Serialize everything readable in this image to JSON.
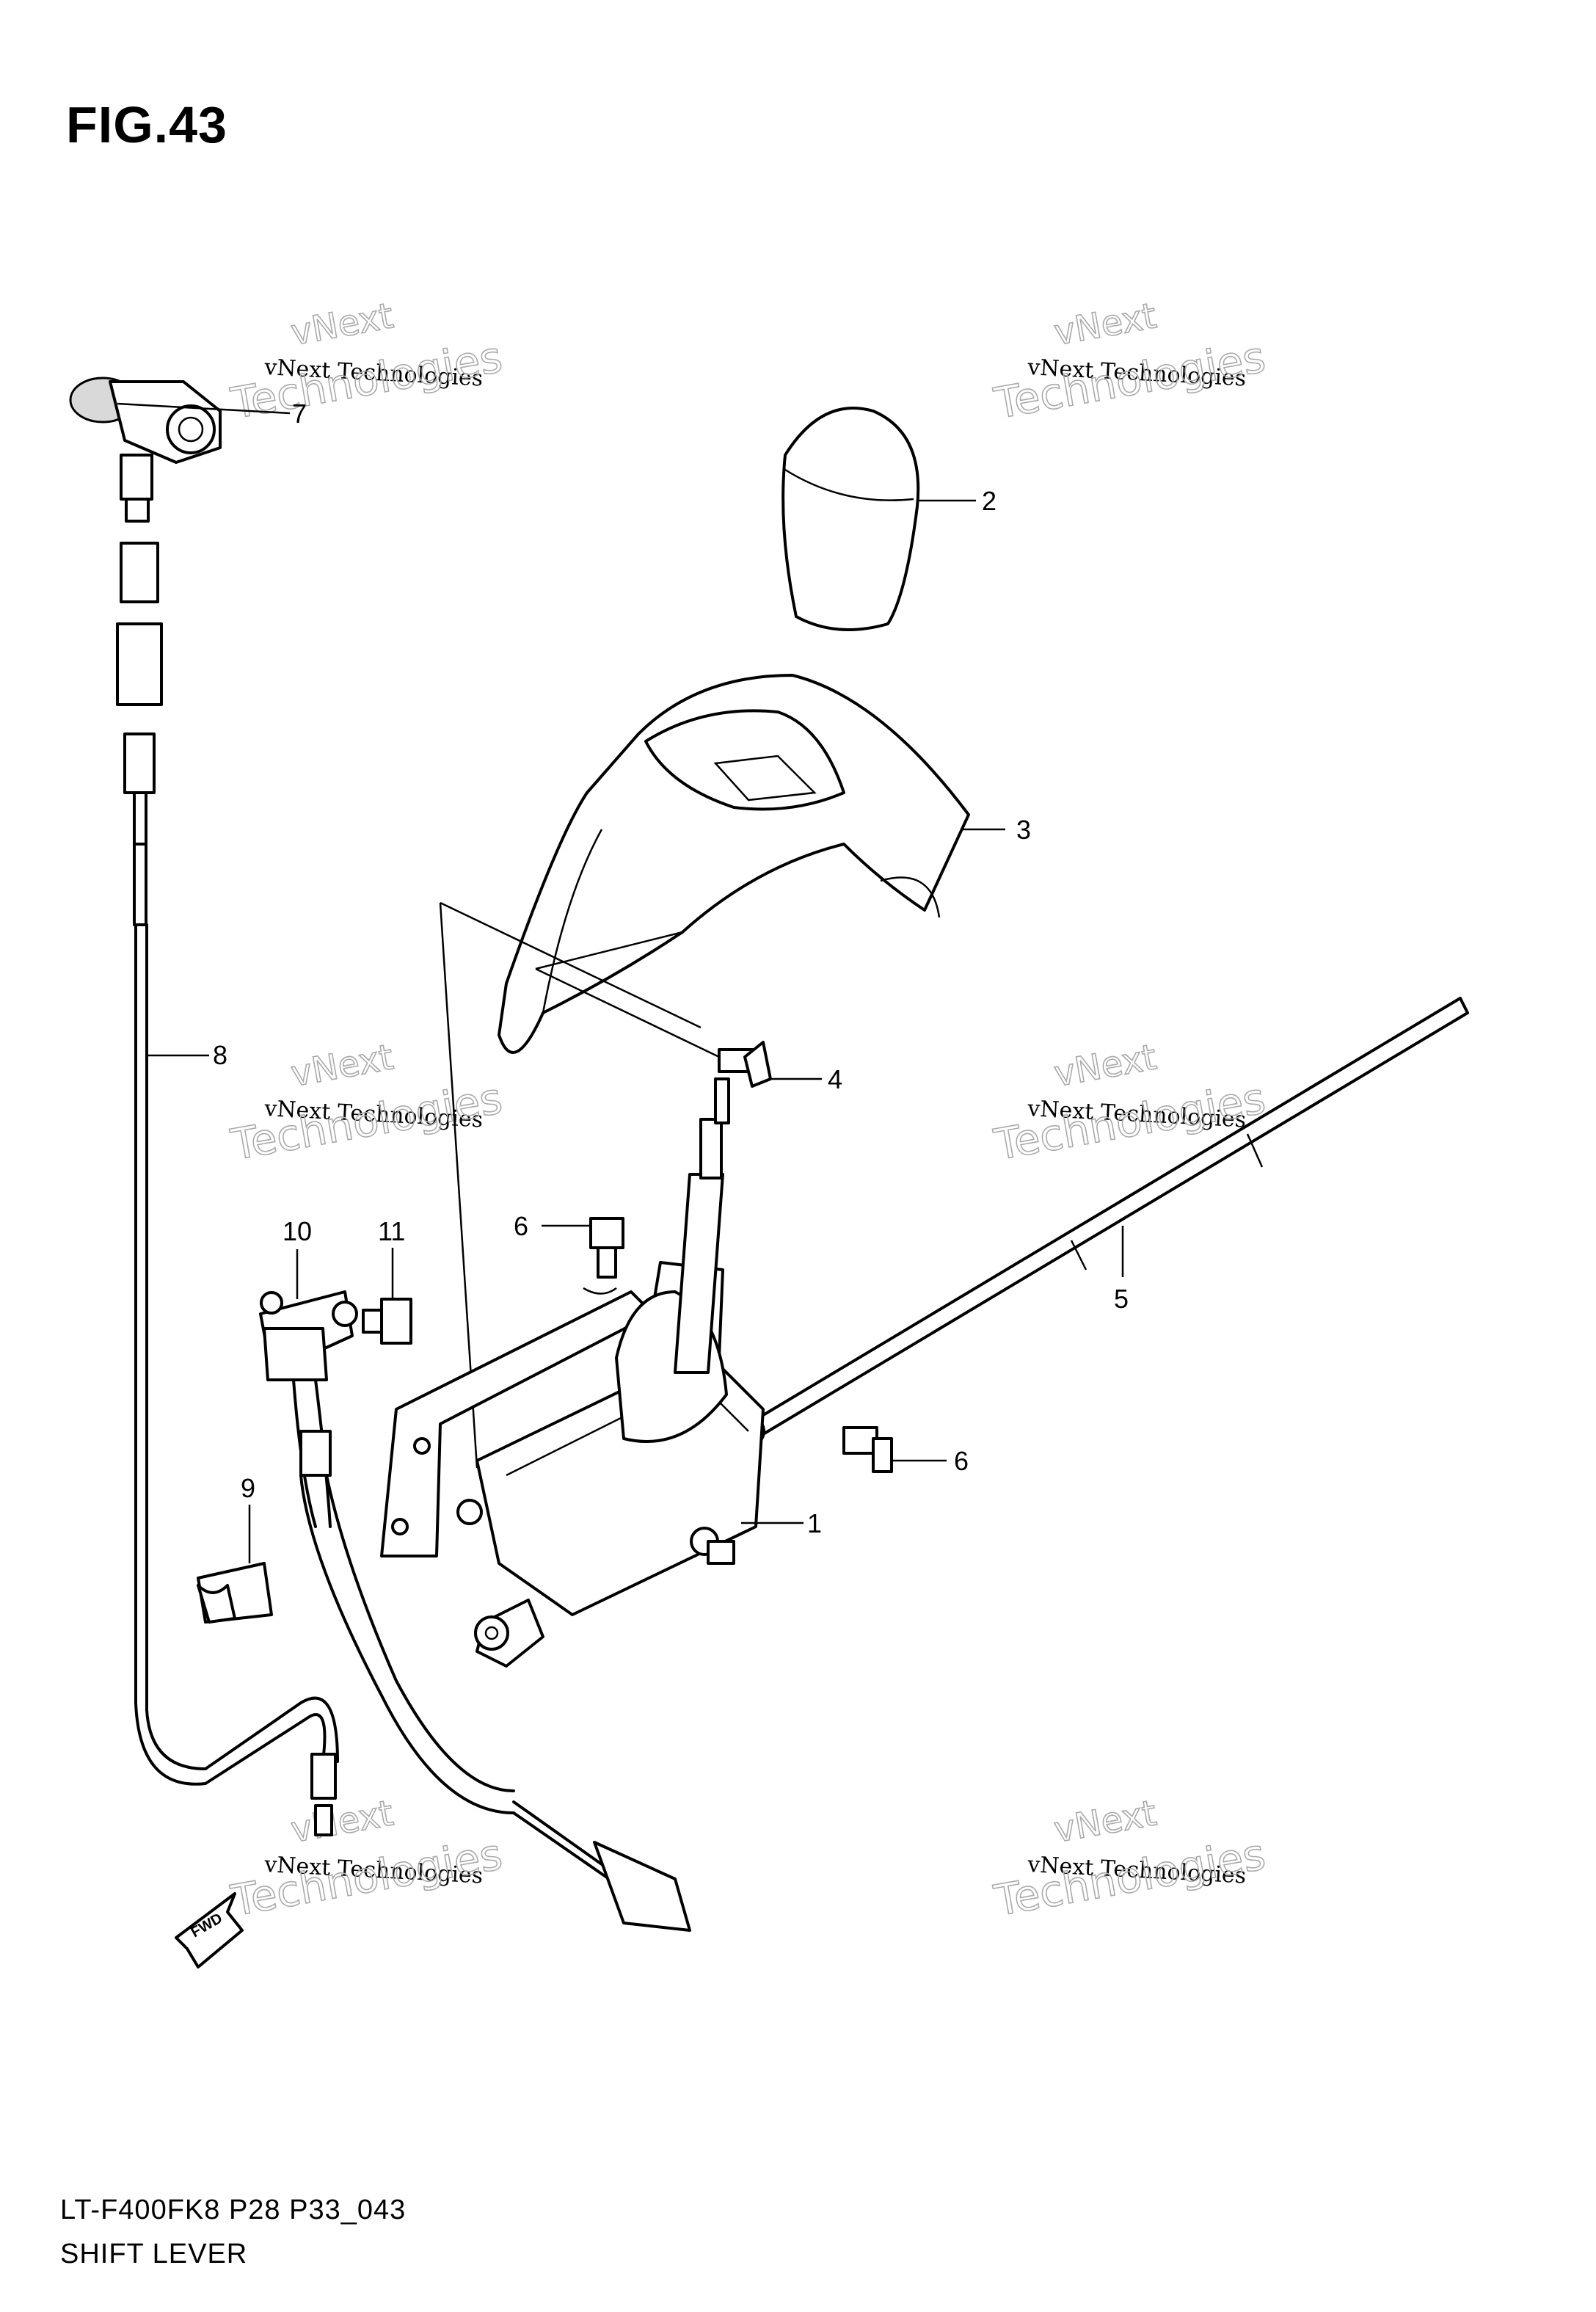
{
  "figure": {
    "title": "FIG.43",
    "model_code": "LT-F400FK8 P28 P33_043",
    "name": "SHIFT LEVER"
  },
  "callouts": [
    {
      "id": "c1",
      "label": "1"
    },
    {
      "id": "c2",
      "label": "2"
    },
    {
      "id": "c3",
      "label": "3"
    },
    {
      "id": "c4",
      "label": "4"
    },
    {
      "id": "c5",
      "label": "5"
    },
    {
      "id": "c6a",
      "label": "6"
    },
    {
      "id": "c6b",
      "label": "6"
    },
    {
      "id": "c7",
      "label": "7"
    },
    {
      "id": "c8",
      "label": "8"
    },
    {
      "id": "c9",
      "label": "9"
    },
    {
      "id": "c10",
      "label": "10"
    },
    {
      "id": "c11",
      "label": "11"
    }
  ],
  "watermark": {
    "line1": "vNext",
    "line2": "vNext Technologies",
    "line3": "Technologies"
  },
  "fwd_label": "FWD"
}
